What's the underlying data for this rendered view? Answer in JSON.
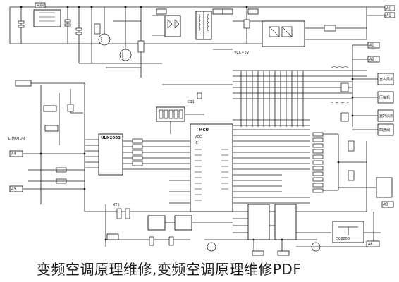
{
  "caption": "变频空调原理维修,变频空调原理维修PDF",
  "labels": {
    "vcc": "+5V",
    "ac_top": "AC",
    "ac_right": "A1",
    "motor": "L-MOTOR",
    "mcu_line1": "VCC",
    "mcu_line2": "IC",
    "out_a": "A1",
    "out_b": "A2",
    "out_c": "A3",
    "in_a": "A4",
    "in_b": "A5",
    "in_c": "A6",
    "right_box1": "室内风机",
    "right_box2": "压缩机",
    "right_box3": "室外风机",
    "right_box4": "四通阀",
    "relay": "DC8000",
    "xtal": "XT1",
    "mcu_name": "MCU",
    "driver": "ULN2003"
  }
}
